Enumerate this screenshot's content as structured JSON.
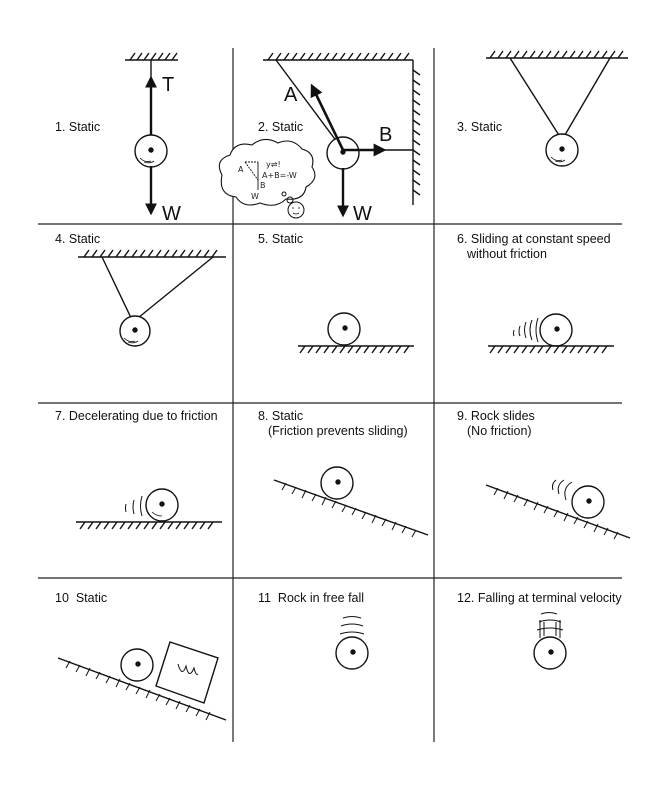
{
  "panels": [
    {
      "id": 1,
      "label": "1. Static"
    },
    {
      "id": 2,
      "label": "2. Static"
    },
    {
      "id": 3,
      "label": "3. Static"
    },
    {
      "id": 4,
      "label": "4. Static"
    },
    {
      "id": 5,
      "label": "5. Static"
    },
    {
      "id": 6,
      "label": "6. Sliding at constant speed",
      "label2": "without friction"
    },
    {
      "id": 7,
      "label": "7. Decelerating due to friction"
    },
    {
      "id": 8,
      "label": "8. Static",
      "label2": "(Friction prevents sliding)"
    },
    {
      "id": 9,
      "label": "9. Rock slides",
      "label2": "(No friction)"
    },
    {
      "id": 10,
      "label": "10  Static"
    },
    {
      "id": 11,
      "label": "11  Rock in free fall"
    },
    {
      "id": 12,
      "label": "12. Falling at terminal velocity"
    }
  ],
  "force_labels": {
    "T": "T",
    "W": "W",
    "A": "A",
    "B": "B"
  },
  "thought_bubble": {
    "line1": "y⇌!",
    "line2": "A+B=-W",
    "a": "A",
    "b": "B",
    "w": "W"
  }
}
